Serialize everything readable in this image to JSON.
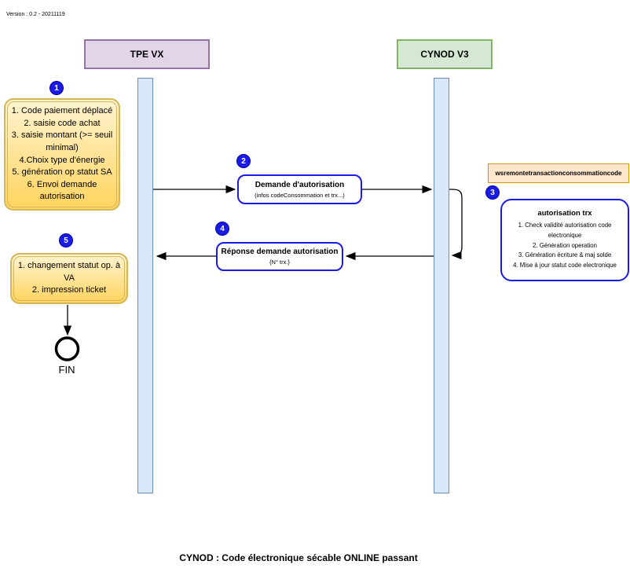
{
  "meta": {
    "version_label": "Version : 0.2 - 20211119",
    "caption": "CYNOD : Code électronique sécable ONLINE passant"
  },
  "actors": {
    "tpe_label": "TPE VX",
    "cynod_label": "CYNOD V3"
  },
  "service_label": "wsremontetransactionconsommationcode",
  "steps": {
    "s1": {
      "badge": "1",
      "lines": [
        "1. Code paiement déplacé",
        "2. saisie code achat",
        "3. saisie montant (>= seuil minimal)",
        "4.Choix type d'énergie",
        "5. génération op statut SA",
        "6. Envoi demande autorisation"
      ]
    },
    "s2": {
      "badge": "2",
      "title": "Demande d'autorisation",
      "subtitle": "(infos codeConsommation et trx...)"
    },
    "s3": {
      "badge": "3",
      "title": "autorisation trx",
      "lines": [
        "1. Check validité autorisation code electronique",
        "2. Génération operation",
        "3. Génération écriture & maj solde",
        "4. Mise à jour statut code electronique"
      ]
    },
    "s4": {
      "badge": "4",
      "title": "Réponse demande autorisation",
      "subtitle": "{N° trx.}"
    },
    "s5": {
      "badge": "5",
      "lines": [
        "1. changement statut op. à VA",
        "2.  impression ticket"
      ]
    }
  },
  "terminator": {
    "label": "FIN"
  },
  "colors": {
    "actor_tpe_fill": "#E1D5E7",
    "actor_tpe_border": "#9673A6",
    "actor_cynod_fill": "#D5E8D4",
    "actor_cynod_border": "#82B366",
    "lifeline_fill": "#DAE8FC",
    "lifeline_border": "#6C8EBF",
    "note_fill_top": "#FFF4D1",
    "note_fill_bottom": "#FFD45F",
    "note_border": "#D6B656",
    "badge_fill": "#1B1BE8",
    "message_border": "#1B1BE8",
    "service_fill": "#FFE6CC",
    "service_border": "#D79B00"
  }
}
